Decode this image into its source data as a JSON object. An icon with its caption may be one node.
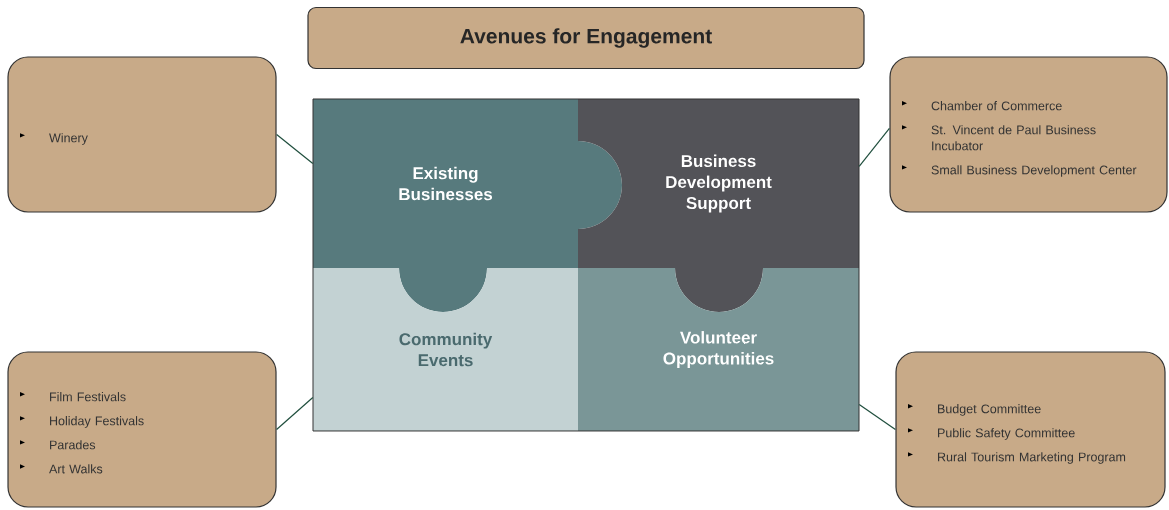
{
  "diagram": {
    "title": "Avenues for Engagement",
    "nodes": [
      {
        "text": [
          "Winery"
        ]
      },
      {
        "text": [
          "Existing Businesses"
        ]
      },
      {
        "text": [
          "Business Development Support"
        ]
      },
      {
        "text": [
          "Chamber of Commerce",
          "St. Vincent de Paul Business Incubator",
          "Small Business Development Center"
        ]
      },
      {
        "text": [
          "Film Festivals",
          "Holiday Festivals",
          "Parades",
          "Art Walks"
        ]
      },
      {
        "text": [
          "Community Events"
        ]
      },
      {
        "text": [
          "Volunteer Opportunities"
        ]
      },
      {
        "text": [
          "Budget Committee",
          "Public Safety Committee",
          "Rural Tourism Marketing Program"
        ]
      }
    ],
    "edges": [
      {
        "from": 0,
        "to": 1,
        "arrow": "none"
      },
      {
        "from": 3,
        "to": 2,
        "arrow": "none"
      },
      {
        "from": 4,
        "to": 5,
        "arrow": "none"
      },
      {
        "from": 7,
        "to": 6,
        "arrow": "none"
      }
    ]
  }
}
